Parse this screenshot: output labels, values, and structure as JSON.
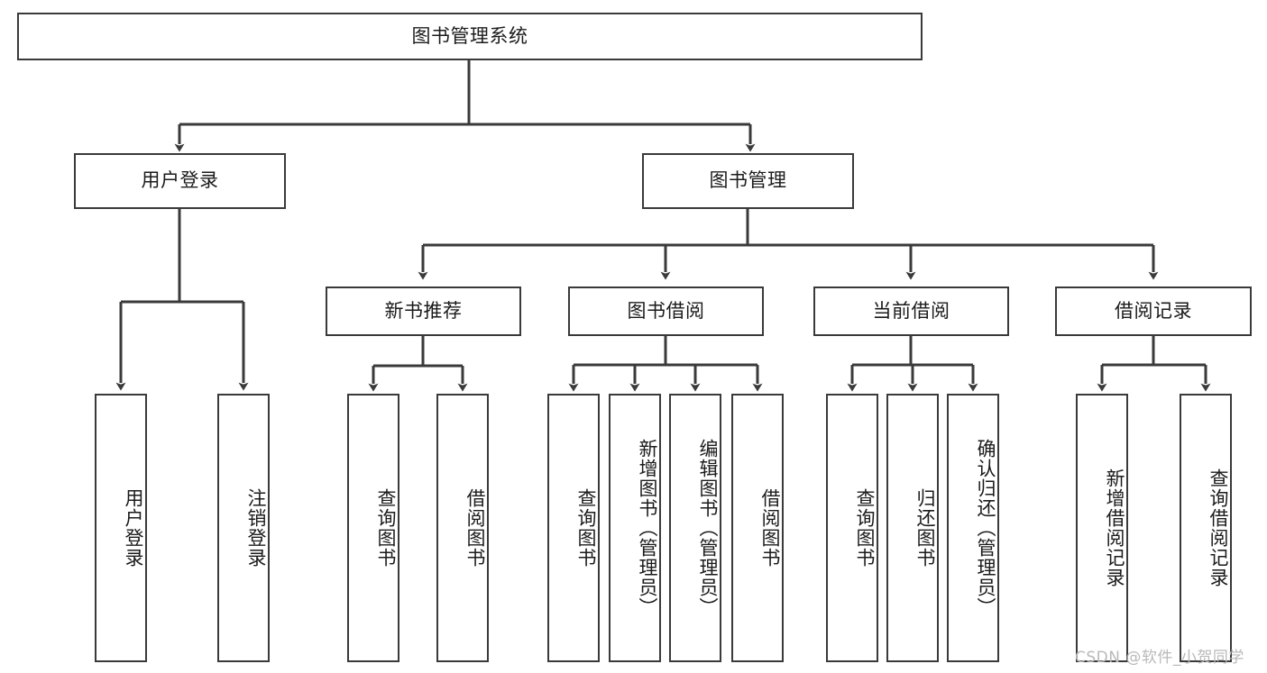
{
  "diagram": {
    "title": "图书管理系统",
    "type": "hierarchy-tree",
    "orientation": "top-down",
    "colors": {
      "box_border": "#3a3a3a",
      "box_fill": "#ffffff",
      "connector": "#3a3a3a",
      "text": "#1b1b1b",
      "watermark": "#b9b9b9",
      "background": "#ffffff"
    },
    "root": {
      "label": "图书管理系统"
    },
    "level2": [
      {
        "label": "用户登录"
      },
      {
        "label": "图书管理"
      }
    ],
    "level3": [
      {
        "label": "新书推荐"
      },
      {
        "label": "图书借阅"
      },
      {
        "label": "当前借阅"
      },
      {
        "label": "借阅记录"
      }
    ],
    "leaves": {
      "user_login": [
        {
          "label": "用户登录"
        },
        {
          "label": "注销登录"
        }
      ],
      "new_book": [
        {
          "label": "查询图书"
        },
        {
          "label": "借阅图书"
        }
      ],
      "book_borrow": [
        {
          "label": "查询图书"
        },
        {
          "label": "新增图书（管理员）"
        },
        {
          "label": "编辑图书（管理员）"
        },
        {
          "label": "借阅图书"
        }
      ],
      "current_borrow": [
        {
          "label": "查询图书"
        },
        {
          "label": "归还图书"
        },
        {
          "label": "确认归还（管理员）"
        }
      ],
      "borrow_record": [
        {
          "label": "新增借阅记录"
        },
        {
          "label": "查询借阅记录"
        }
      ]
    }
  },
  "watermark": {
    "text": "CSDN @软件_小贺同学"
  }
}
